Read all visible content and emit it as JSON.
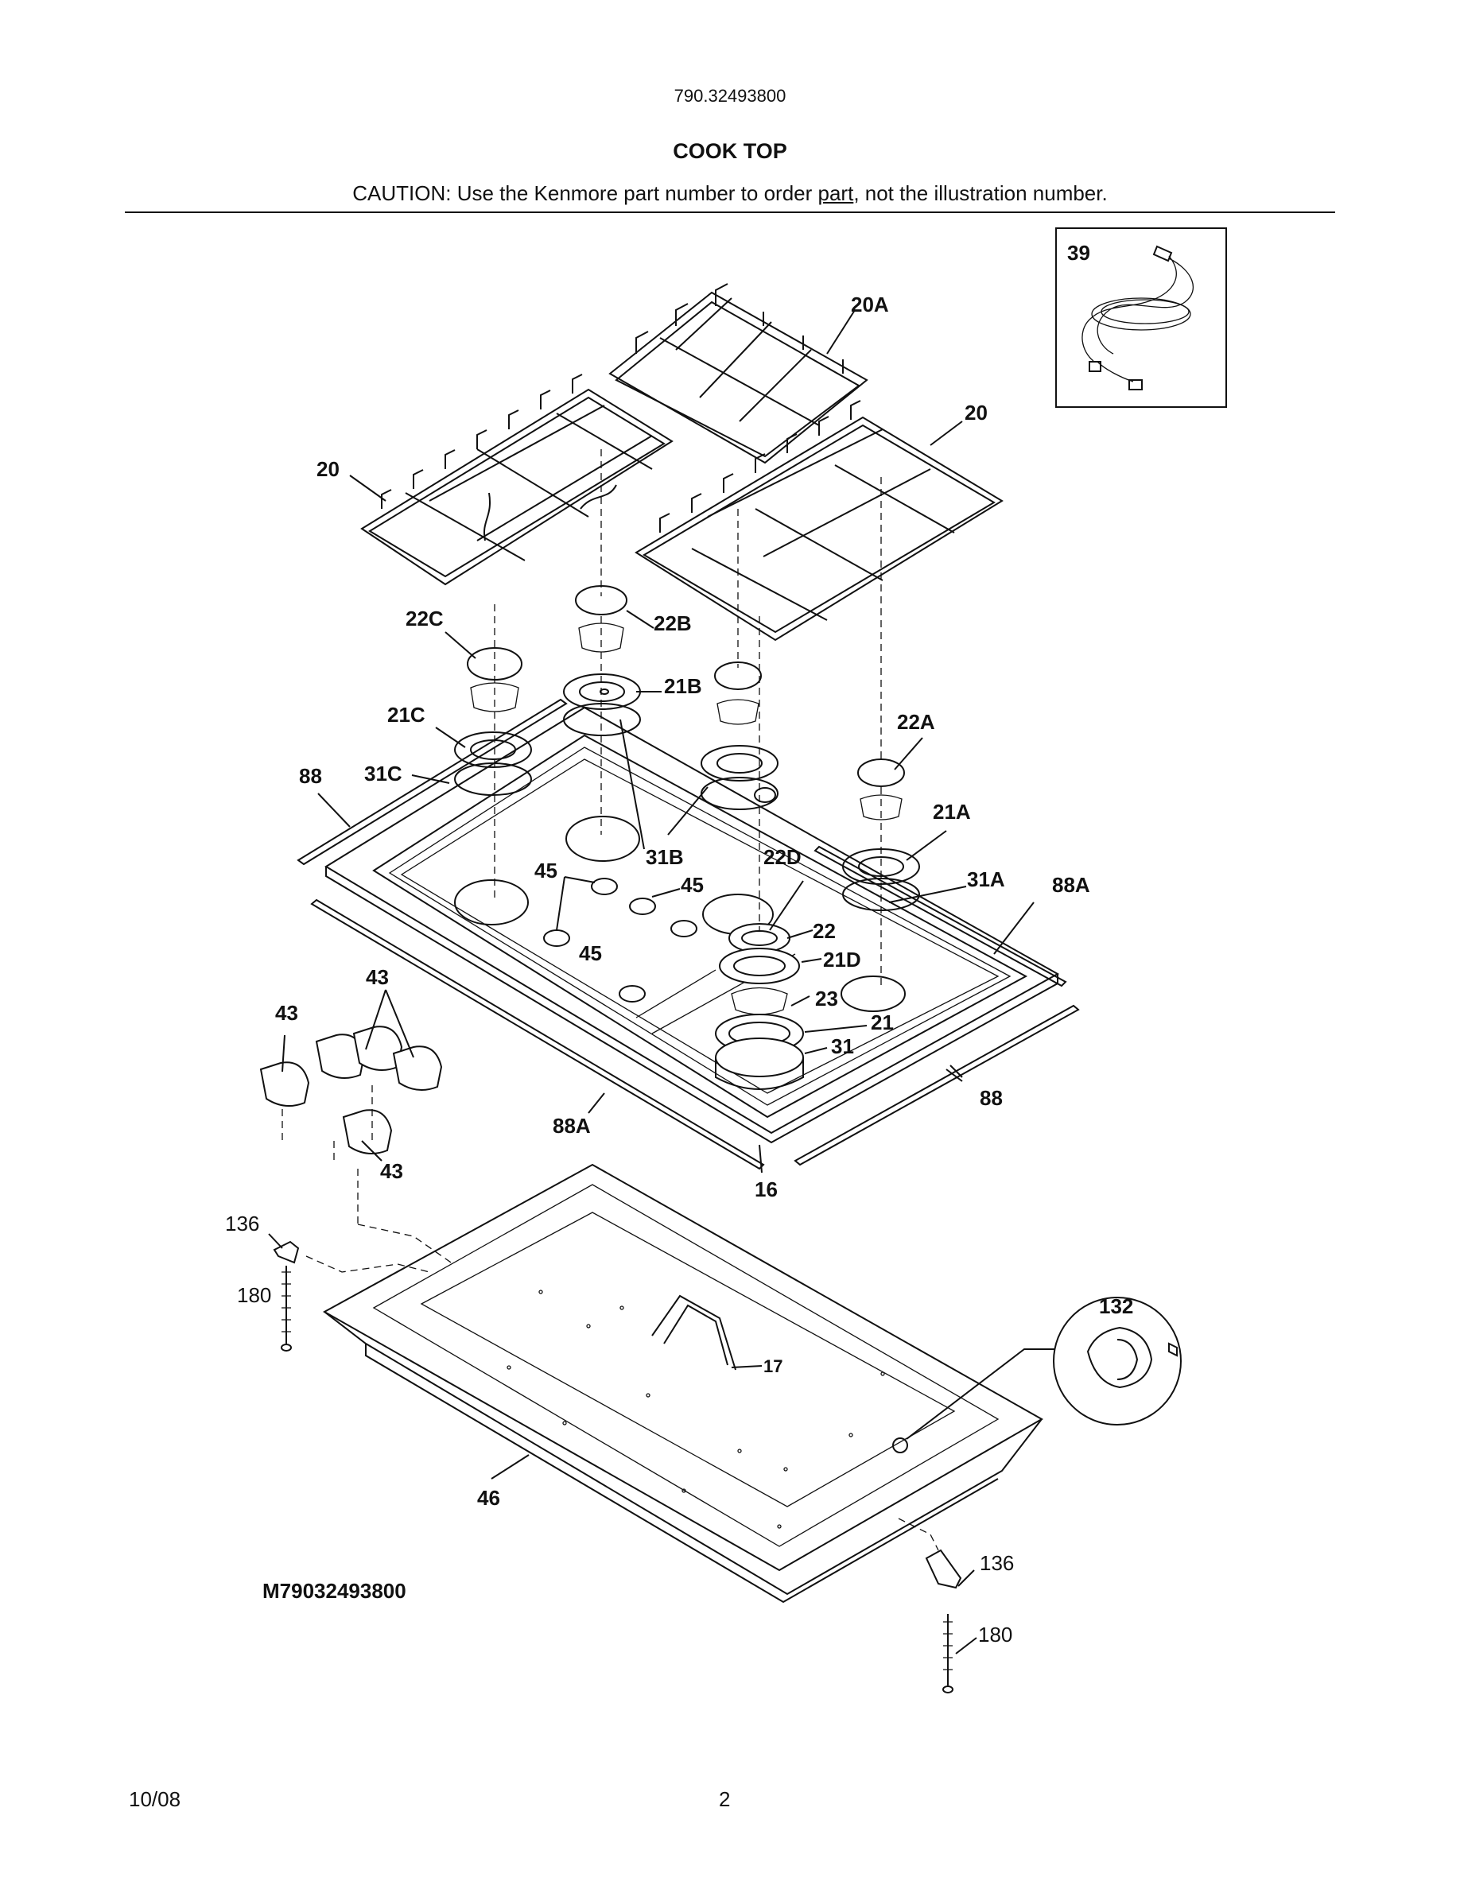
{
  "header": {
    "model_number": "790.32493800",
    "title": "COOK TOP",
    "caution_prefix": "CAUTION: Use the Kenmore part number to order ",
    "caution_link": "part",
    "caution_suffix": ", not the illustration number."
  },
  "diagram": {
    "figure_id": "M79032493800",
    "callouts": {
      "c39": "39",
      "c20A": "20A",
      "c20_right": "20",
      "c20_left": "20",
      "c22C": "22C",
      "c22B": "22B",
      "c21B": "21B",
      "c21C": "21C",
      "c22A": "22A",
      "c88_left": "88",
      "c31C": "31C",
      "c21A": "21A",
      "c31B": "31B",
      "c22D": "22D",
      "c45_a": "45",
      "c45_b": "45",
      "c45_c": "45",
      "c31A": "31A",
      "c88A_right": "88A",
      "c22": "22",
      "c21D": "21D",
      "c23": "23",
      "c21": "21",
      "c31": "31",
      "c43_top": "43",
      "c43_left": "43",
      "c43_bottom": "43",
      "c88A_bottom": "88A",
      "c88_right": "88",
      "c16": "16",
      "c136_left": "136",
      "c180_left": "180",
      "c132": "132",
      "c17": "17",
      "c46": "46",
      "c136_right": "136",
      "c180_right": "180"
    }
  },
  "footer": {
    "date": "10/08",
    "page": "2"
  }
}
